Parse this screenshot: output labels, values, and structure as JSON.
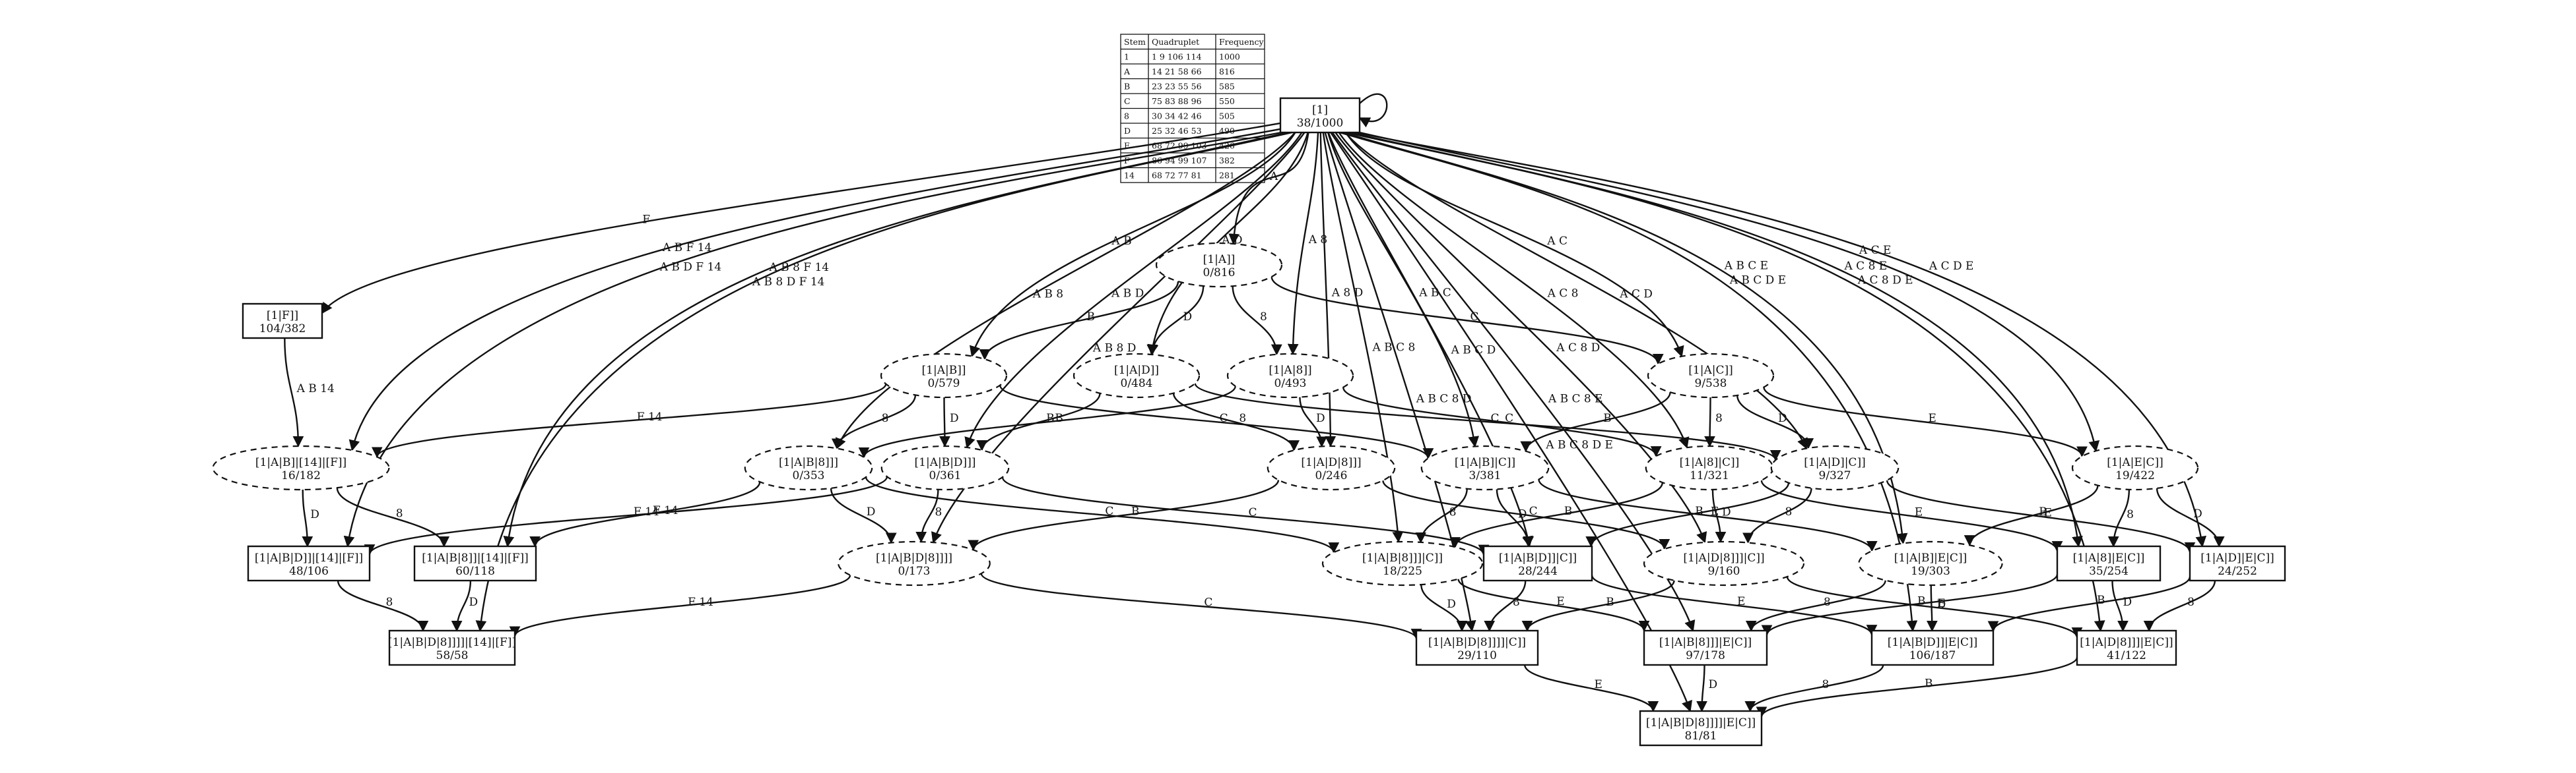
{
  "legend_table": {
    "headers": [
      "Stem",
      "Quadruplet",
      "Frequency"
    ],
    "rows": [
      [
        "1",
        "1 9 106 114",
        "1000"
      ],
      [
        "A",
        "14 21 58 66",
        "816"
      ],
      [
        "B",
        "23 23 55 56",
        "585"
      ],
      [
        "C",
        "75 83 88 96",
        "550"
      ],
      [
        "8",
        "30 34 42 46",
        "505"
      ],
      [
        "D",
        "25 32 46 53",
        "490"
      ],
      [
        "E",
        "68 72 99 103",
        "426"
      ],
      [
        "F",
        "86 94 99 107",
        "382"
      ],
      [
        "14",
        "68 72 77 81",
        "281"
      ]
    ]
  },
  "nodes": [
    {
      "id": "root",
      "shape": "box",
      "label": "[1]",
      "value": "38/1000"
    },
    {
      "id": "F",
      "shape": "box",
      "label": "[1|F]]",
      "value": "104/382"
    },
    {
      "id": "A",
      "shape": "ellipse",
      "label": "[1|A]]",
      "value": "0/816"
    },
    {
      "id": "AB",
      "shape": "ellipse",
      "label": "[1|A|B]]",
      "value": "0/579"
    },
    {
      "id": "AD",
      "shape": "ellipse",
      "label": "[1|A|D]]",
      "value": "0/484"
    },
    {
      "id": "A8",
      "shape": "ellipse",
      "label": "[1|A|8]]",
      "value": "0/493"
    },
    {
      "id": "AC",
      "shape": "ellipse",
      "label": "[1|A|C]]",
      "value": "9/538"
    },
    {
      "id": "AB14F",
      "shape": "ellipse",
      "label": "[1|A|B]|[14]|[F]]",
      "value": "16/182"
    },
    {
      "id": "AB8",
      "shape": "ellipse",
      "label": "[1|A|B|8]]]",
      "value": "0/353"
    },
    {
      "id": "ABD",
      "shape": "ellipse",
      "label": "[1|A|B|D]]]",
      "value": "0/361"
    },
    {
      "id": "AD8",
      "shape": "ellipse",
      "label": "[1|A|D|8]]]",
      "value": "0/246"
    },
    {
      "id": "ABC",
      "shape": "ellipse",
      "label": "[1|A|B]|C]]",
      "value": "3/381"
    },
    {
      "id": "A8C",
      "shape": "ellipse",
      "label": "[1|A|8]|C]]",
      "value": "11/321"
    },
    {
      "id": "ADC",
      "shape": "ellipse",
      "label": "[1|A|D]|C]]",
      "value": "9/327"
    },
    {
      "id": "AEC",
      "shape": "ellipse",
      "label": "[1|A|E|C]]",
      "value": "19/422"
    },
    {
      "id": "ABD14F",
      "shape": "box",
      "label": "[1|A|B|D]]|[14]|[F]]",
      "value": "48/106"
    },
    {
      "id": "AB814F",
      "shape": "box",
      "label": "[1|A|B|8]]|[14]|[F]]",
      "value": "60/118"
    },
    {
      "id": "ABD8",
      "shape": "ellipse",
      "label": "[1|A|B|D|8]]]]",
      "value": "0/173"
    },
    {
      "id": "AB8C",
      "shape": "ellipse",
      "label": "[1|A|B|8]]]|C]]",
      "value": "18/225"
    },
    {
      "id": "ABDC",
      "shape": "box",
      "label": "[1|A|B|D]]|C]]",
      "value": "28/244"
    },
    {
      "id": "AD8C",
      "shape": "ellipse",
      "label": "[1|A|D|8]]]|C]]",
      "value": "9/160"
    },
    {
      "id": "ABEC",
      "shape": "ellipse",
      "label": "[1|A|B]|E|C]]",
      "value": "19/303"
    },
    {
      "id": "A8EC",
      "shape": "box",
      "label": "[1|A|8]|E|C]]",
      "value": "35/254"
    },
    {
      "id": "ADEC",
      "shape": "box",
      "label": "[1|A|D]|E|C]]",
      "value": "24/252"
    },
    {
      "id": "ABD814F",
      "shape": "box",
      "label": "[1|A|B|D|8]]]]|[14]|[F]]",
      "value": "58/58"
    },
    {
      "id": "ABD8C",
      "shape": "box",
      "label": "[1|A|B|D|8]]]]|C]]",
      "value": "29/110"
    },
    {
      "id": "AB8EC",
      "shape": "box",
      "label": "[1|A|B|8]]]|E|C]]",
      "value": "97/178"
    },
    {
      "id": "ABDEC",
      "shape": "box",
      "label": "[1|A|B|D]]|E|C]]",
      "value": "106/187"
    },
    {
      "id": "AD8EC",
      "shape": "box",
      "label": "[1|A|D|8]]]|E|C]]",
      "value": "41/122"
    },
    {
      "id": "ABD8EC",
      "shape": "box",
      "label": "[1|A|B|D|8]]]]|E|C]]",
      "value": "81/81"
    }
  ],
  "edges": [
    {
      "from": "root",
      "to": "root",
      "label": ""
    },
    {
      "from": "root",
      "to": "A",
      "label": "A"
    },
    {
      "from": "root",
      "to": "F",
      "label": "F"
    },
    {
      "from": "root",
      "to": "AB",
      "label": "A B"
    },
    {
      "from": "root",
      "to": "AD",
      "label": "A D"
    },
    {
      "from": "root",
      "to": "A8",
      "label": "A 8"
    },
    {
      "from": "root",
      "to": "AC",
      "label": "A C"
    },
    {
      "from": "root",
      "to": "AB14F",
      "label": "A B F 14"
    },
    {
      "from": "root",
      "to": "AB8",
      "label": "A B 8"
    },
    {
      "from": "root",
      "to": "ABD",
      "label": "A B D"
    },
    {
      "from": "root",
      "to": "AD8",
      "label": "A 8 D"
    },
    {
      "from": "root",
      "to": "ABC",
      "label": "A B C"
    },
    {
      "from": "root",
      "to": "A8C",
      "label": "A C 8"
    },
    {
      "from": "root",
      "to": "ADC",
      "label": "A C D"
    },
    {
      "from": "root",
      "to": "AEC",
      "label": "A C E"
    },
    {
      "from": "root",
      "to": "ABD14F",
      "label": "A B D F 14"
    },
    {
      "from": "root",
      "to": "AB814F",
      "label": "A B 8 F 14"
    },
    {
      "from": "root",
      "to": "ABD8",
      "label": "A B 8 D"
    },
    {
      "from": "root",
      "to": "AB8C",
      "label": "A B C 8"
    },
    {
      "from": "root",
      "to": "ABDC",
      "label": "A B C D"
    },
    {
      "from": "root",
      "to": "AD8C",
      "label": "A C 8 D"
    },
    {
      "from": "root",
      "to": "ABEC",
      "label": "A B C E"
    },
    {
      "from": "root",
      "to": "A8EC",
      "label": "A C 8 E"
    },
    {
      "from": "root",
      "to": "ADEC",
      "label": "A C D E"
    },
    {
      "from": "root",
      "to": "ABD814F",
      "label": "A B 8 D F 14"
    },
    {
      "from": "root",
      "to": "ABD8C",
      "label": "A B C 8 D"
    },
    {
      "from": "root",
      "to": "AB8EC",
      "label": "A B C 8 E"
    },
    {
      "from": "root",
      "to": "ABDEC",
      "label": "A B C D E"
    },
    {
      "from": "root",
      "to": "AD8EC",
      "label": "A C 8 D E"
    },
    {
      "from": "root",
      "to": "ABD8EC",
      "label": "A B C 8 D E"
    },
    {
      "from": "F",
      "to": "AB14F",
      "label": "A B 14"
    },
    {
      "from": "A",
      "to": "AB",
      "label": "B"
    },
    {
      "from": "A",
      "to": "AD",
      "label": "D"
    },
    {
      "from": "A",
      "to": "A8",
      "label": "8"
    },
    {
      "from": "A",
      "to": "AC",
      "label": "C"
    },
    {
      "from": "AB",
      "to": "AB14F",
      "label": "F 14"
    },
    {
      "from": "AB",
      "to": "AB8",
      "label": "8"
    },
    {
      "from": "AB",
      "to": "ABD",
      "label": "D"
    },
    {
      "from": "AB",
      "to": "ABC",
      "label": "C"
    },
    {
      "from": "AD",
      "to": "ABD",
      "label": "B"
    },
    {
      "from": "AD",
      "to": "AD8",
      "label": "8"
    },
    {
      "from": "AD",
      "to": "ADC",
      "label": "C"
    },
    {
      "from": "A8",
      "to": "AB8",
      "label": "B"
    },
    {
      "from": "A8",
      "to": "AD8",
      "label": "D"
    },
    {
      "from": "A8",
      "to": "A8C",
      "label": "C"
    },
    {
      "from": "AC",
      "to": "ABC",
      "label": "B"
    },
    {
      "from": "AC",
      "to": "A8C",
      "label": "8"
    },
    {
      "from": "AC",
      "to": "ADC",
      "label": "D"
    },
    {
      "from": "AC",
      "to": "AEC",
      "label": "E"
    },
    {
      "from": "AB14F",
      "to": "ABD14F",
      "label": "D"
    },
    {
      "from": "AB14F",
      "to": "AB814F",
      "label": "8"
    },
    {
      "from": "AB8",
      "to": "AB814F",
      "label": "F 14"
    },
    {
      "from": "AB8",
      "to": "ABD8",
      "label": "D"
    },
    {
      "from": "AB8",
      "to": "AB8C",
      "label": "C"
    },
    {
      "from": "ABD",
      "to": "ABD14F",
      "label": "F 14"
    },
    {
      "from": "ABD",
      "to": "ABD8",
      "label": "8"
    },
    {
      "from": "ABD",
      "to": "ABDC",
      "label": "C"
    },
    {
      "from": "AD8",
      "to": "ABD8",
      "label": "B"
    },
    {
      "from": "AD8",
      "to": "AD8C",
      "label": "C"
    },
    {
      "from": "ABC",
      "to": "AB8C",
      "label": "8"
    },
    {
      "from": "ABC",
      "to": "ABDC",
      "label": "D"
    },
    {
      "from": "ABC",
      "to": "ABEC",
      "label": "E"
    },
    {
      "from": "A8C",
      "to": "AB8C",
      "label": "B"
    },
    {
      "from": "A8C",
      "to": "AD8C",
      "label": "D"
    },
    {
      "from": "A8C",
      "to": "A8EC",
      "label": "E"
    },
    {
      "from": "ADC",
      "to": "ABDC",
      "label": "B"
    },
    {
      "from": "ADC",
      "to": "AD8C",
      "label": "8"
    },
    {
      "from": "ADC",
      "to": "ADEC",
      "label": "E"
    },
    {
      "from": "AEC",
      "to": "ABEC",
      "label": "B"
    },
    {
      "from": "AEC",
      "to": "A8EC",
      "label": "8"
    },
    {
      "from": "AEC",
      "to": "ADEC",
      "label": "D"
    },
    {
      "from": "ABD14F",
      "to": "ABD814F",
      "label": "8"
    },
    {
      "from": "AB814F",
      "to": "ABD814F",
      "label": "D"
    },
    {
      "from": "ABD8",
      "to": "ABD814F",
      "label": "F 14"
    },
    {
      "from": "ABD8",
      "to": "ABD8C",
      "label": "C"
    },
    {
      "from": "AB8C",
      "to": "ABD8C",
      "label": "D"
    },
    {
      "from": "AB8C",
      "to": "AB8EC",
      "label": "E"
    },
    {
      "from": "ABDC",
      "to": "ABD8C",
      "label": "8"
    },
    {
      "from": "ABDC",
      "to": "ABDEC",
      "label": "E"
    },
    {
      "from": "AD8C",
      "to": "ABD8C",
      "label": "B"
    },
    {
      "from": "AD8C",
      "to": "AD8EC",
      "label": "E"
    },
    {
      "from": "ABEC",
      "to": "AB8EC",
      "label": "8"
    },
    {
      "from": "ABEC",
      "to": "ABDEC",
      "label": "D"
    },
    {
      "from": "A8EC",
      "to": "AB8EC",
      "label": "B"
    },
    {
      "from": "A8EC",
      "to": "AD8EC",
      "label": "D"
    },
    {
      "from": "ADEC",
      "to": "ABDEC",
      "label": "B"
    },
    {
      "from": "ADEC",
      "to": "AD8EC",
      "label": "8"
    },
    {
      "from": "AB8EC",
      "to": "ABD8EC",
      "label": "D"
    },
    {
      "from": "ABDEC",
      "to": "ABD8EC",
      "label": "8"
    },
    {
      "from": "AD8EC",
      "to": "ABD8EC",
      "label": "B"
    },
    {
      "from": "ABD8C",
      "to": "ABD8EC",
      "label": "E"
    }
  ]
}
